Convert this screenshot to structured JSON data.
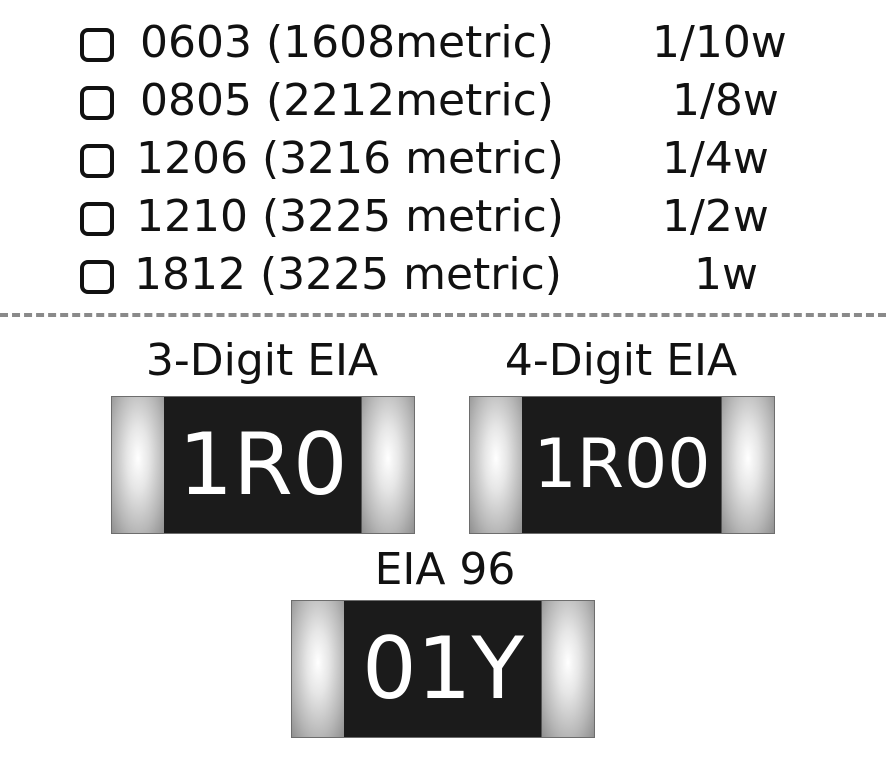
{
  "packages": [
    {
      "name": "0603 (1608metric)",
      "power": "1/10w"
    },
    {
      "name": "0805 (2212metric)",
      "power": "1/8w"
    },
    {
      "name": "1206 (3216 metric)",
      "power": "1/4w"
    },
    {
      "name": "1210 (3225 metric)",
      "power": "1/2w"
    },
    {
      "name": "1812 (3225 metric)",
      "power": "1w"
    }
  ],
  "codes": [
    {
      "title": "3-Digit EIA",
      "marking": "1R0"
    },
    {
      "title": "4-Digit EIA",
      "marking": "1R00"
    },
    {
      "title": "EIA 96",
      "marking": "01Y"
    }
  ],
  "colors": {
    "resistor_body": "#1b1b1b",
    "terminal": "#c4c4c4",
    "divider": "#8a8a8a",
    "text": "#111111"
  }
}
